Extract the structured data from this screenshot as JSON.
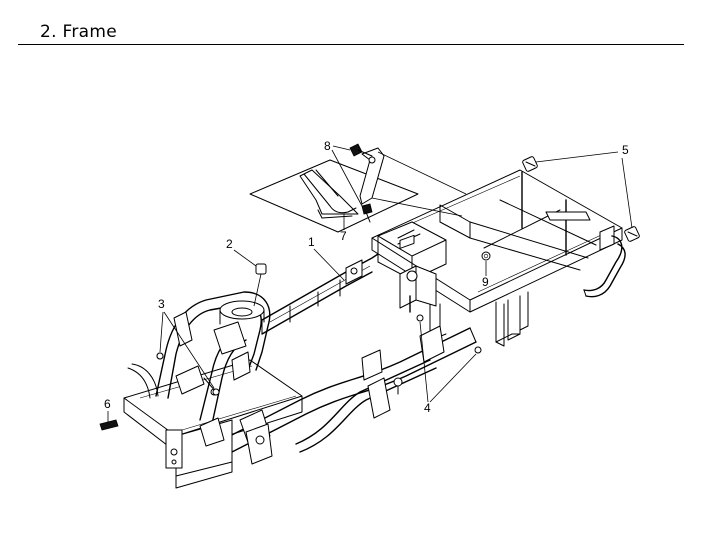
{
  "header": {
    "title": "2. Frame"
  },
  "diagram": {
    "callouts": [
      "1",
      "2",
      "3",
      "4",
      "5",
      "6",
      "7",
      "8",
      "9"
    ]
  }
}
